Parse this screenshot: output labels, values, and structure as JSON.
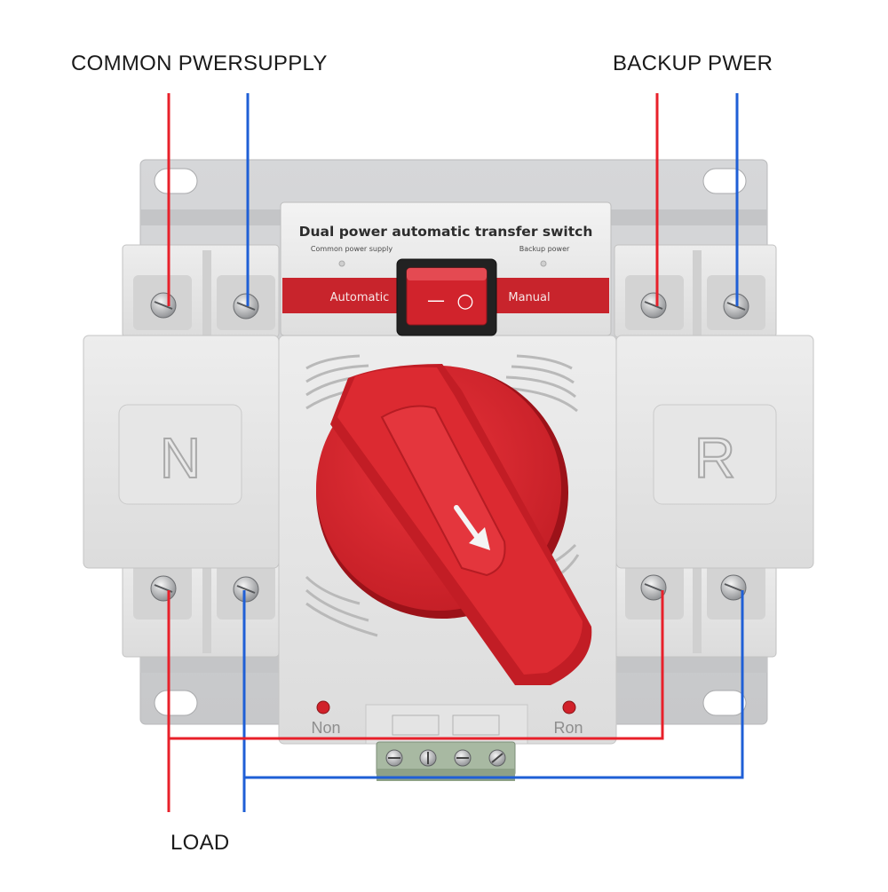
{
  "labels": {
    "common_supply": "COMMON PWERSUPPLY",
    "backup": "BACKUP PWER",
    "load": "LOAD"
  },
  "device": {
    "title": "Dual power automatic transfer switch",
    "common_power_supply": "Common power supply",
    "backup_power": "Backup power",
    "automatic": "Automatic",
    "manual": "Manual",
    "rocker_off_symbol": "—",
    "rocker_on_symbol": "○",
    "left_module_letter": "N",
    "right_module_letter": "R",
    "left_indicator": "Non",
    "right_indicator": "Ron"
  },
  "colors": {
    "live_wire": "#e8202a",
    "neutral_wire": "#1f5fd6",
    "knob_red": "#d8262e",
    "body_grey": "#e3e3e3",
    "base_grey": "#cfd0d2",
    "terminal_green": "#9fb39a"
  },
  "icons": {
    "knob_arrow": "down-right-arrow-icon",
    "screws": "screw-icon",
    "indicator": "led-icon"
  }
}
